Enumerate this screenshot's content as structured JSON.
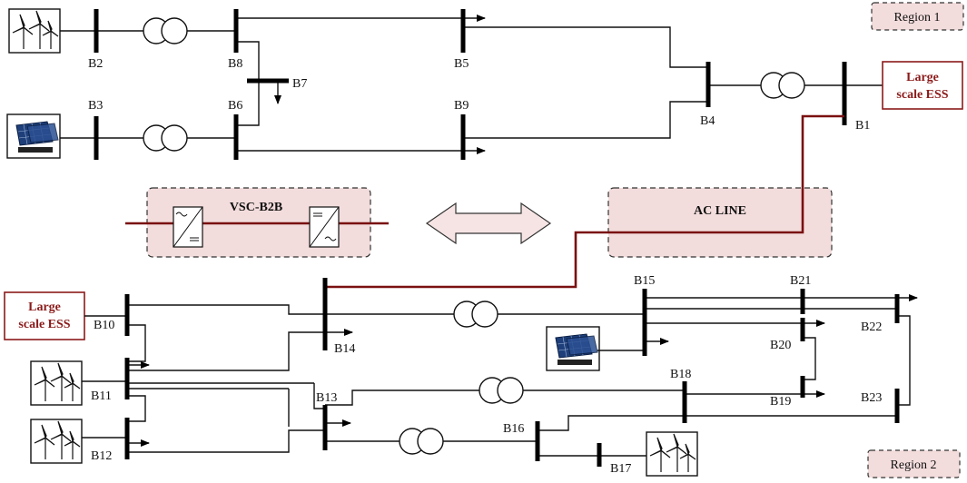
{
  "regions": {
    "region1": "Region 1",
    "region2": "Region 2"
  },
  "boxes": {
    "vsc": "VSC-B2B",
    "acline": "AC LINE",
    "ess_top": [
      "Large",
      "scale ESS"
    ],
    "ess_left": [
      "Large",
      "scale ESS"
    ]
  },
  "buses": {
    "b1": "B1",
    "b2": "B2",
    "b3": "B3",
    "b4": "B4",
    "b5": "B5",
    "b6": "B6",
    "b7": "B7",
    "b8": "B8",
    "b9": "B9",
    "b10": "B10",
    "b11": "B11",
    "b12": "B12",
    "b13": "B13",
    "b14": "B14",
    "b15": "B15",
    "b16": "B16",
    "b17": "B17",
    "b18": "B18",
    "b19": "B19",
    "b20": "B20",
    "b21": "B21",
    "b22": "B22",
    "b23": "B23"
  },
  "icons": {
    "wind": "wind-turbine-icon",
    "solar": "solar-panel-icon",
    "transformer": "transformer-icon",
    "converter": "converter-icon",
    "arrow": "double-arrow-icon"
  },
  "colors": {
    "accent": "#7a1010",
    "box_fill": "#f3dcdc",
    "box_border": "#333333"
  }
}
